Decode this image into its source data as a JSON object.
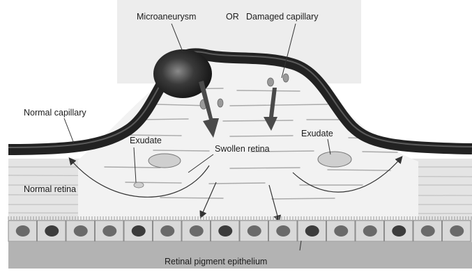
{
  "labels": {
    "microaneurysm": "Microaneurysm",
    "or": "OR",
    "damaged_capillary": "Damaged capillary",
    "normal_capillary": "Normal capillary",
    "exudate_left": "Exudate",
    "exudate_right": "Exudate",
    "swollen_retina": "Swollen retina",
    "normal_retina": "Normal retina",
    "rpe": "Retinal pigment epithelium"
  },
  "colors": {
    "background": "#ffffff",
    "capillary": "#222222",
    "retina_fill": "#e6e6e6",
    "swollen_fill": "#f3f3f3",
    "rpe_band": "#b5b5b5",
    "cell_nucleus": "#555555",
    "backdrop": "#ededed"
  }
}
